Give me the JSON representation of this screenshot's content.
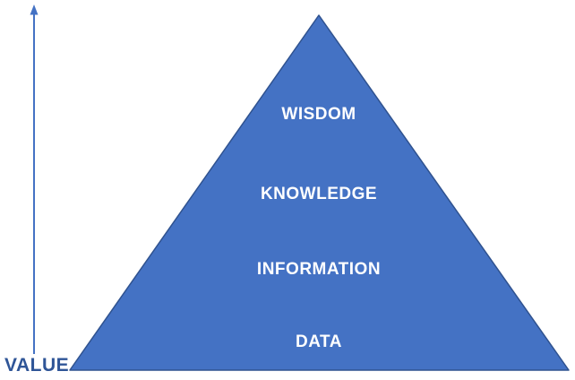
{
  "diagram": {
    "type": "pyramid",
    "pyramid": {
      "levels": [
        {
          "label": "WISDOM"
        },
        {
          "label": "KNOWLEDGE"
        },
        {
          "label": "INFORMATION"
        },
        {
          "label": "DATA"
        }
      ],
      "fill_color": "#4472C4",
      "border_color": "#2F528F",
      "label_color": "#FFFFFF"
    },
    "axis": {
      "label": "VALUE",
      "label_color": "#2F5597",
      "arrow_color": "#4472C4",
      "direction": "up"
    }
  }
}
